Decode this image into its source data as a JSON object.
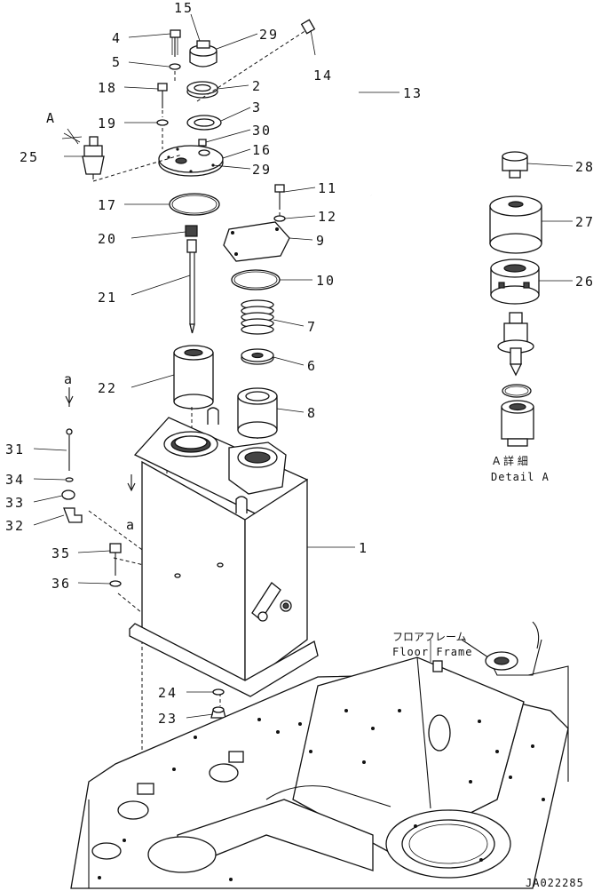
{
  "drawing_code": "JA022285",
  "detail_label_jp": "A 詳 細",
  "detail_label_en": "Detail A",
  "floor_frame_jp": "フロアフレーム",
  "floor_frame_en": "Floor Frame",
  "view_marker": "A",
  "section_marker_a": "a",
  "callouts": {
    "p1": "1",
    "p2": "2",
    "p3": "3",
    "p4": "4",
    "p5": "5",
    "p6": "6",
    "p7": "7",
    "p8": "8",
    "p9": "9",
    "p10": "10",
    "p11": "11",
    "p12": "12",
    "p13": "13",
    "p14": "14",
    "p15": "15",
    "p16": "16",
    "p17": "17",
    "p18": "18",
    "p19": "19",
    "p20": "20",
    "p21": "21",
    "p22": "22",
    "p23": "23",
    "p24": "24",
    "p25": "25",
    "p26": "26",
    "p27": "27",
    "p28": "28",
    "p29a": "29",
    "p29b": "29",
    "p30": "30",
    "p31": "31",
    "p32": "32",
    "p33": "33",
    "p34": "34",
    "p35": "35",
    "p36": "36"
  }
}
